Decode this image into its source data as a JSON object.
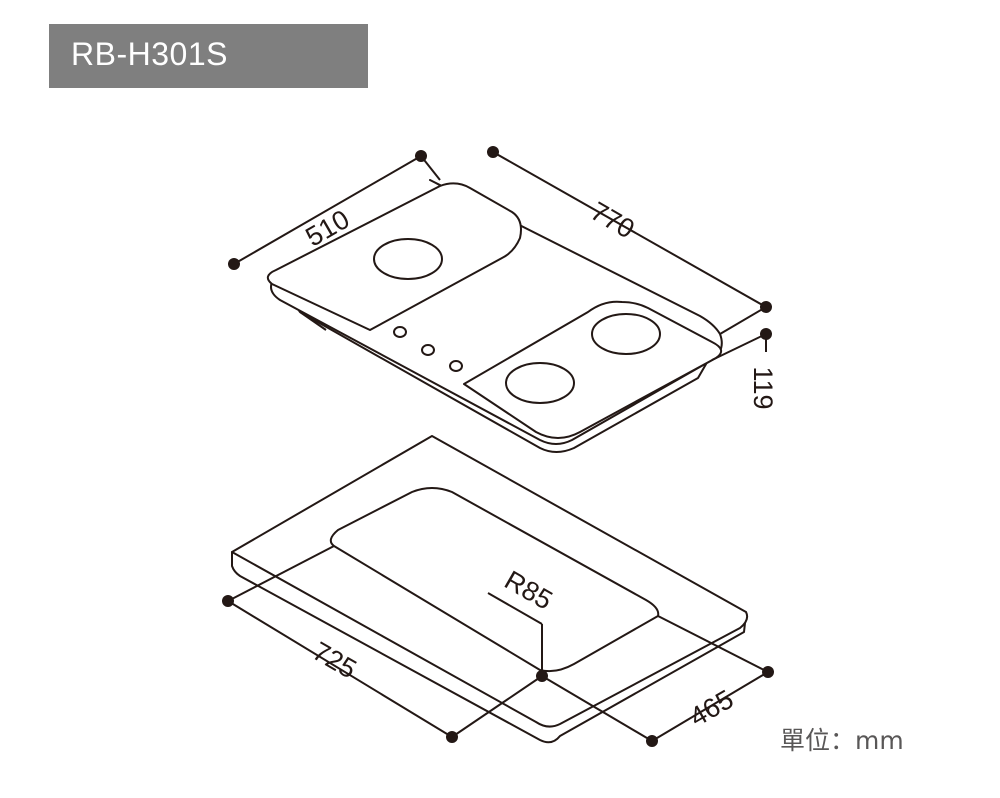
{
  "model": "RB-H301S",
  "dimensions": {
    "cooktop_depth": "510",
    "cooktop_width": "770",
    "cooktop_height": "119",
    "cutout_width": "725",
    "cutout_depth": "465",
    "cutout_radius": "R85"
  },
  "unit_label": "單位：mm",
  "colors": {
    "title_bg": "#7f7f7f",
    "title_text": "#ffffff",
    "line": "#231815",
    "unit_text": "#595757"
  }
}
